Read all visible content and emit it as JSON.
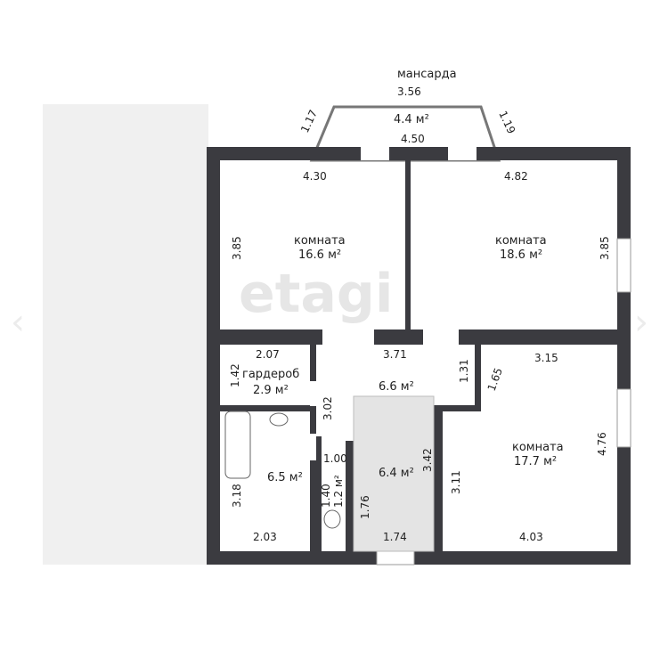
{
  "watermark": "etagi",
  "balcony": {
    "label": "мансарда",
    "top": "3.56",
    "area": "4.4 м²",
    "bottom": "4.50",
    "left": "1.17",
    "right": "1.19"
  },
  "rooms": [
    {
      "name": "комната",
      "area": "16.6 м²",
      "w": "4.30",
      "h": "3.85"
    },
    {
      "name": "комната",
      "area": "18.6 м²",
      "w": "4.82",
      "h": "3.85"
    },
    {
      "name": "комната",
      "area": "17.7 м²",
      "w_top": "3.15",
      "w_bottom": "4.03",
      "h_right": "4.76",
      "h_left": "3.11",
      "notch": "1.65"
    },
    {
      "name": "гардероб",
      "area": "2.9 м²",
      "w": "2.07",
      "h": "1.42"
    },
    {
      "area": "6.5 м²",
      "w": "2.03",
      "h": "3.18"
    },
    {
      "area": "1.2 м²",
      "w": "1.00",
      "h": "1.40"
    },
    {
      "area": "6.6 м²",
      "w": "3.71",
      "h": "3.02",
      "h2": "1.31"
    },
    {
      "area": "6.4 м²",
      "w": "1.74",
      "h": "3.42",
      "h2": "1.76"
    }
  ],
  "colors": {
    "wall": "#3b3b40",
    "outside": "#f0f0f0",
    "stair": "#e4e4e4"
  }
}
